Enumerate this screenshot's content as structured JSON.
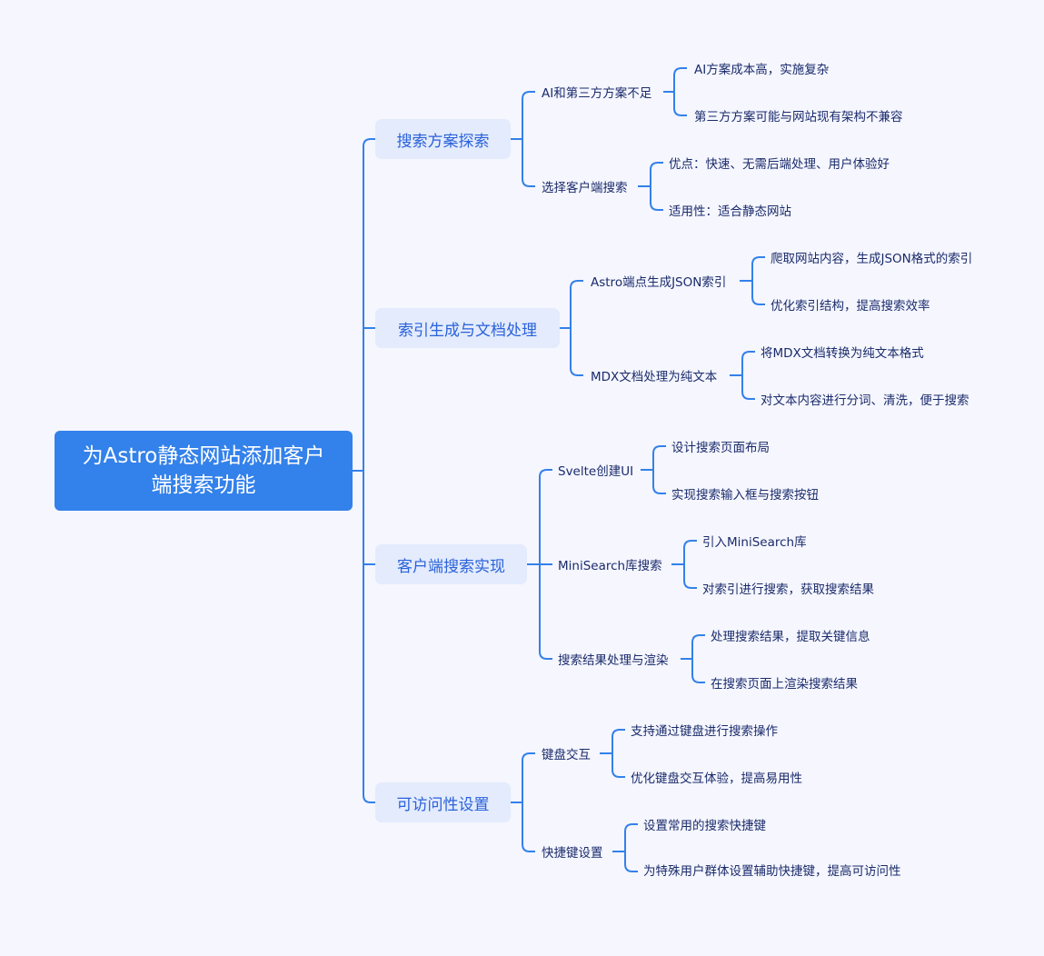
{
  "root": {
    "label": "为Astro静态网站添加客户端搜索功能"
  },
  "branches": [
    {
      "label": "搜索方案探索",
      "children": [
        {
          "label": "AI和第三方方案不足",
          "children": [
            "AI方案成本高，实施复杂",
            "第三方方案可能与网站现有架构不兼容"
          ]
        },
        {
          "label": "选择客户端搜索",
          "children": [
            "优点：快速、无需后端处理、用户体验好",
            "适用性：适合静态网站"
          ]
        }
      ]
    },
    {
      "label": "索引生成与文档处理",
      "children": [
        {
          "label": "Astro端点生成JSON索引",
          "children": [
            "爬取网站内容，生成JSON格式的索引",
            "优化索引结构，提高搜索效率"
          ]
        },
        {
          "label": "MDX文档处理为纯文本",
          "children": [
            "将MDX文档转换为纯文本格式",
            "对文本内容进行分词、清洗，便于搜索"
          ]
        }
      ]
    },
    {
      "label": "客户端搜索实现",
      "children": [
        {
          "label": "Svelte创建UI",
          "children": [
            "设计搜索页面布局",
            "实现搜索输入框与搜索按钮"
          ]
        },
        {
          "label": "MiniSearch库搜索",
          "children": [
            "引入MiniSearch库",
            "对索引进行搜索，获取搜索结果"
          ]
        },
        {
          "label": "搜索结果处理与渲染",
          "children": [
            "处理搜索结果，提取关键信息",
            "在搜索页面上渲染搜索结果"
          ]
        }
      ]
    },
    {
      "label": "可访问性设置",
      "children": [
        {
          "label": "键盘交互",
          "children": [
            "支持通过键盘进行搜索操作",
            "优化键盘交互体验，提高易用性"
          ]
        },
        {
          "label": "快捷键设置",
          "children": [
            "设置常用的搜索快捷键",
            "为特殊用户群体设置辅助快捷键，提高可访问性"
          ]
        }
      ]
    }
  ],
  "colors": {
    "background": "#f5f6fe",
    "root": "#3381ea",
    "branch_bg": "#e3ebfd",
    "branch_text": "#2a62d9",
    "line": "#3381ea",
    "leaf_text": "#1a2b6b"
  }
}
